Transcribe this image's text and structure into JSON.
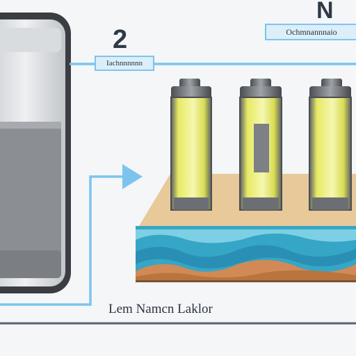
{
  "labels": {
    "step_number": "2",
    "corner_letter": "N",
    "top_right": "Ochmnannnaio",
    "left_box": "Iachnnnnnn",
    "bottom": "Lem Namcn Laklor"
  },
  "colors": {
    "background": "#f4f6f8",
    "arrow": "#7cc4ee",
    "label_box": "#dbeef9",
    "label_box_border": "#7cc4ee",
    "battery_frame": "#3a3d42",
    "battery_body": "#8b8f94",
    "cell_yellow": "#e7ea63",
    "cell_grey": "#7d8085",
    "sand": "#e8c99a",
    "water": "#36a6c6",
    "soil": "#d18a55"
  },
  "icons": [
    "battery-icon",
    "cylindrical-cell-icon",
    "arrow-right-icon"
  ]
}
